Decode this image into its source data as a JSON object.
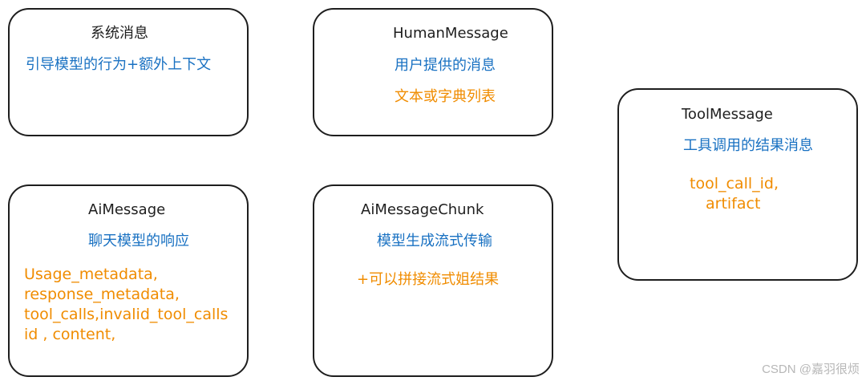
{
  "cards": {
    "system": {
      "title": "系统消息",
      "description": "引导模型的行为+额外上下文"
    },
    "human": {
      "title": "HumanMessage",
      "description": "用户提供的消息",
      "detail": "文本或字典列表"
    },
    "tool": {
      "title": "ToolMessage",
      "description": "工具调用的结果消息",
      "detail_line1": "tool_call_id,",
      "detail_line2": "artifact"
    },
    "ai": {
      "title": "AiMessage",
      "description": "聊天模型的响应",
      "detail_lines": [
        "Usage_metadata,",
        "response_metadata,",
        " tool_calls,invalid_tool_calls",
        "id , content,"
      ]
    },
    "ai_chunk": {
      "title": "AiMessageChunk",
      "description": "模型生成流式传输",
      "detail": "+可以拼接流式姐结果"
    }
  },
  "watermark": "CSDN @嘉羽很烦",
  "colors": {
    "title": "#1e1e1e",
    "description": "#1971c2",
    "detail": "#f08c00"
  }
}
